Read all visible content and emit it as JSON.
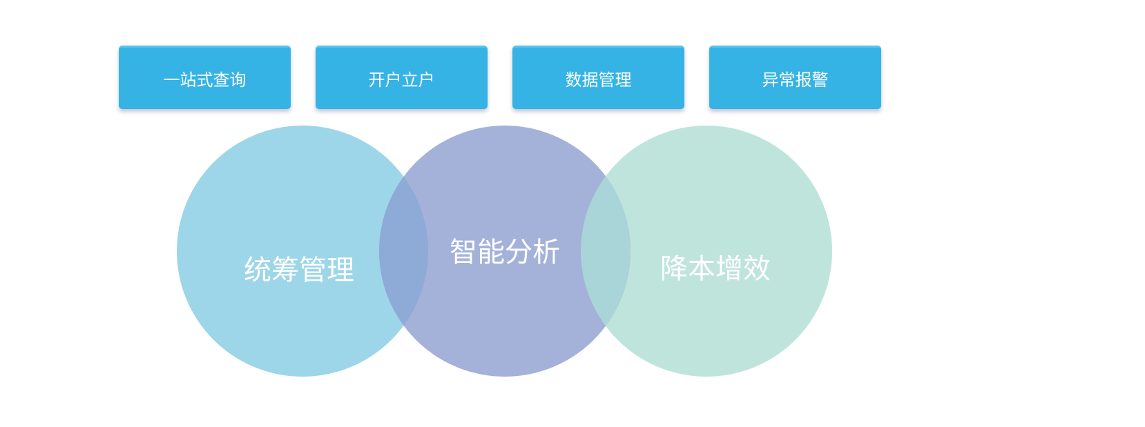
{
  "buttons": [
    {
      "label": "一站式查询"
    },
    {
      "label": "开户立户"
    },
    {
      "label": "数据管理"
    },
    {
      "label": "异常报警"
    }
  ],
  "circles": [
    {
      "label": "统筹管理",
      "color": "#9dd6e8"
    },
    {
      "label": "智能分析",
      "color": "#a4b2da"
    },
    {
      "label": "降本增效",
      "color": "#bfe4dc"
    }
  ],
  "overlap_colors": {
    "left_middle": "#8eaad6",
    "middle_right": "#a9d4d8"
  }
}
